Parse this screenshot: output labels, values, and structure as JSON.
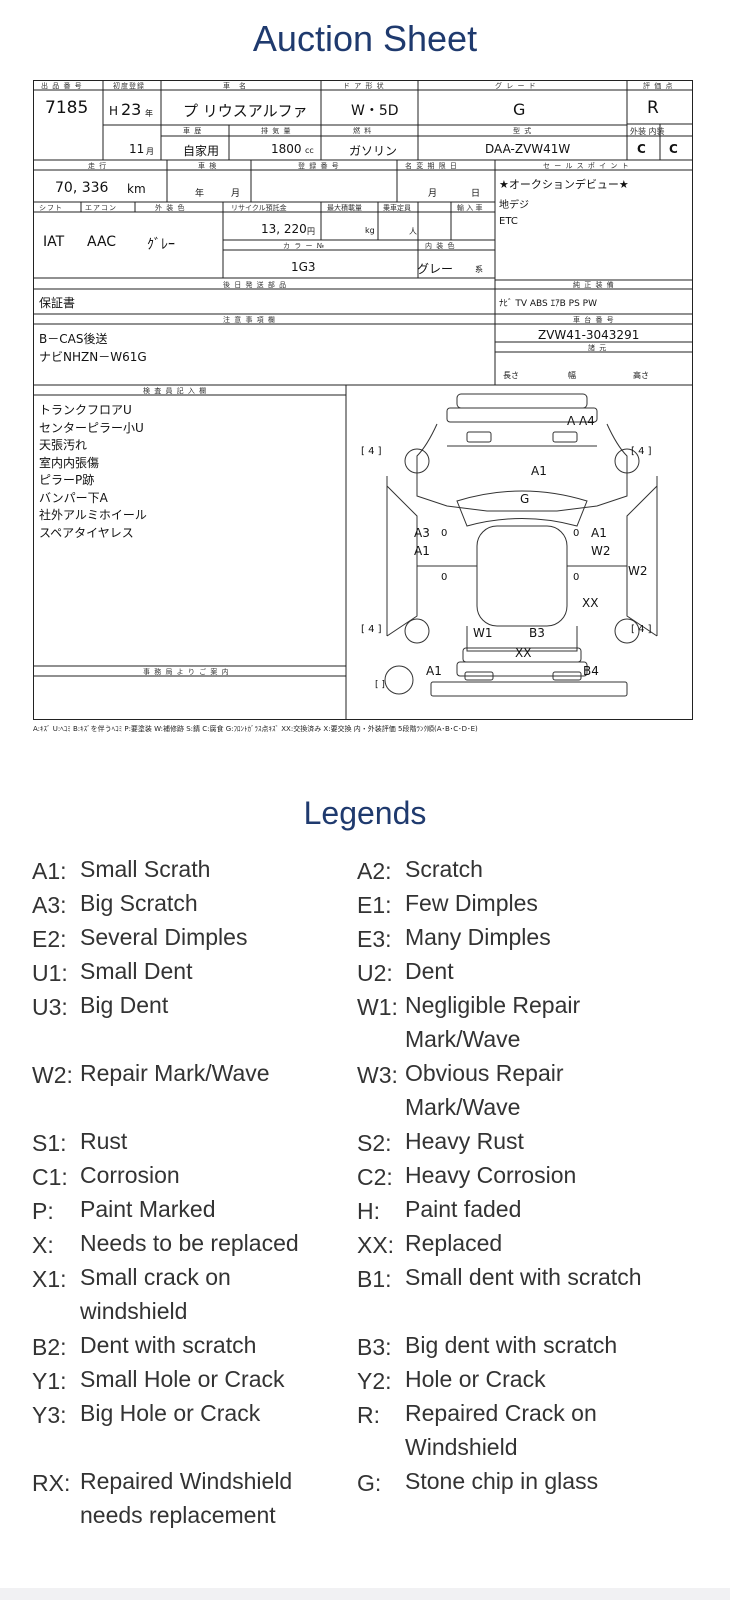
{
  "title": "Auction Sheet",
  "sheet": {
    "headers": {
      "lot": "出 品 番 号",
      "first_reg": "初度登録",
      "car_name": "車　名",
      "doors": "ド ア 形 状",
      "grade": "グ レ ー ド",
      "rating": "評 価 点",
      "history": "車 歴",
      "displacement": "排 気 量",
      "fuel": "燃 料",
      "model": "型 式",
      "ext_int": "外装 内装",
      "mileage": "走 行",
      "inspection": "車 検",
      "reg_no": "登 録 番 号",
      "name_change": "名 変 期 限 日",
      "sales_point": "セ ー ル ス ポ イ ン ト",
      "shift": "シフト",
      "ac": "エアコン",
      "ext_color": "外 装 色",
      "recycle": "リサイクル預託金",
      "max_load": "最大積載量",
      "capacity": "乗車定員",
      "import": "輸 入 車",
      "color_no": "カ ラ ー №",
      "int_color": "内 装 色",
      "later_parts": "後 日 発 送 部 品",
      "options": "純 正 装 備",
      "notes": "注 意 事 項 欄",
      "chassis": "車 台 番 号",
      "dims": "諸 元",
      "inspector": "検 査 員 記 入 欄",
      "office": "事 務 局 よ り ご 案 内"
    },
    "lot": "7185",
    "era": "H",
    "year": "23",
    "year_unit": "年",
    "month": "11",
    "month_unit": "月",
    "car_name": "プ リウスアルファ",
    "doors": "W・5D",
    "grade": "G",
    "rating": "R",
    "history": "自家用",
    "displacement": "1800",
    "cc": "cc",
    "fuel": "ガソリン",
    "model": "DAA-ZVW41W",
    "ext_score": "C",
    "int_score": "C",
    "mileage": "70, 336",
    "km": "km",
    "insp_year": "年",
    "insp_month": "月",
    "nc_month": "月",
    "nc_day": "日",
    "sales_points": [
      "★オークションデビュー★",
      "地デジ",
      "ETC"
    ],
    "shift": "IAT",
    "ac": "AAC",
    "ext_color": "ｸﾞﾚｰ",
    "recycle": "13, 220",
    "yen": "円",
    "kg": "kg",
    "persons": "人",
    "color_no": "1G3",
    "int_color": "グレー",
    "int_unit": "系",
    "later_parts": "保証書",
    "options": "ﾅﾋﾞ TV ABS ｴｱB PS PW",
    "notes": [
      "B－CAS後送",
      "ナビNHZN－W61G"
    ],
    "chassis": "ZVW41-3043291",
    "dims": [
      "長さ",
      "幅",
      "高さ"
    ],
    "inspector_notes": [
      "トランクフロアU",
      "センターピラー小U",
      "天張汚れ",
      "室内内張傷",
      "ピラーP跡",
      "バンパー下A",
      "社外アルミホイール",
      "スペアタイヤレス"
    ],
    "diagram_marks": {
      "top_a_a4": "A A4",
      "tire_fl": "[ 4 ]",
      "tire_fr": "[ 4 ]",
      "a1_hood": "A1",
      "g_glass": "G",
      "a3": "A3",
      "a1_left": "A1",
      "zero_l1": "0",
      "zero_l2": "0",
      "zero_r1": "0",
      "a1_right": "A1",
      "w2_right": "W2",
      "zero_r2": "0",
      "w2_side": "W2",
      "xx_right": "XX",
      "tire_rl": "[ 4 ]",
      "tire_rr": "[ 4 ]",
      "w1": "W1",
      "b3": "B3",
      "xx_rear": "XX",
      "a1_bumper": "A1",
      "b4": "B4",
      "spare": "[ ]"
    },
    "footer": "A:ｷｽﾞ U:ﾍｺﾐ B:ｷｽﾞを伴うﾍｺﾐ P:要塗装 W:補修跡 S:錆 C:腐食 G:ﾌﾛﾝﾄｶﾞﾗｽ点ｷｽﾞ XX:交換済み X:要交換 内・外装評価 5段階ﾗﾝｸ順(A･B･C･D･E)"
  },
  "legend_title": "Legends",
  "legend": [
    {
      "code": "A1:",
      "text": "Small Scrath"
    },
    {
      "code": "A2:",
      "text": "Scratch"
    },
    {
      "code": "A3:",
      "text": "Big Scratch"
    },
    {
      "code": "E1:",
      "text": "Few Dimples"
    },
    {
      "code": "E2:",
      "text": "Several Dimples"
    },
    {
      "code": "E3:",
      "text": "Many Dimples"
    },
    {
      "code": "U1:",
      "text": "Small Dent"
    },
    {
      "code": "U2:",
      "text": "Dent"
    },
    {
      "code": "U3:",
      "text": "Big Dent"
    },
    {
      "code": "W1:",
      "text": "Negligible Repair Mark/Wave"
    },
    {
      "code": "W2:",
      "text": "Repair Mark/Wave"
    },
    {
      "code": "W3:",
      "text": "Obvious Repair Mark/Wave"
    },
    {
      "code": "S1:",
      "text": "Rust"
    },
    {
      "code": "S2:",
      "text": "Heavy Rust"
    },
    {
      "code": "C1:",
      "text": "Corrosion"
    },
    {
      "code": "C2:",
      "text": "Heavy Corrosion"
    },
    {
      "code": "P:",
      "text": "Paint Marked"
    },
    {
      "code": "H:",
      "text": "Paint faded"
    },
    {
      "code": "X:",
      "text": "Needs to be replaced"
    },
    {
      "code": "XX:",
      "text": "Replaced"
    },
    {
      "code": "X1:",
      "text": "Small crack on windshield"
    },
    {
      "code": "B1:",
      "text": "Small dent with scratch"
    },
    {
      "code": "B2:",
      "text": "Dent with scratch"
    },
    {
      "code": "B3:",
      "text": "Big dent with scratch"
    },
    {
      "code": "Y1:",
      "text": "Small Hole or Crack"
    },
    {
      "code": "Y2:",
      "text": "Hole or Crack"
    },
    {
      "code": "Y3:",
      "text": "Big Hole or Crack"
    },
    {
      "code": "R:",
      "text": "Repaired Crack on Windshield"
    },
    {
      "code": "RX:",
      "text": "Repaired Windshield needs replacement"
    },
    {
      "code": "G:",
      "text": "Stone chip in glass"
    }
  ]
}
